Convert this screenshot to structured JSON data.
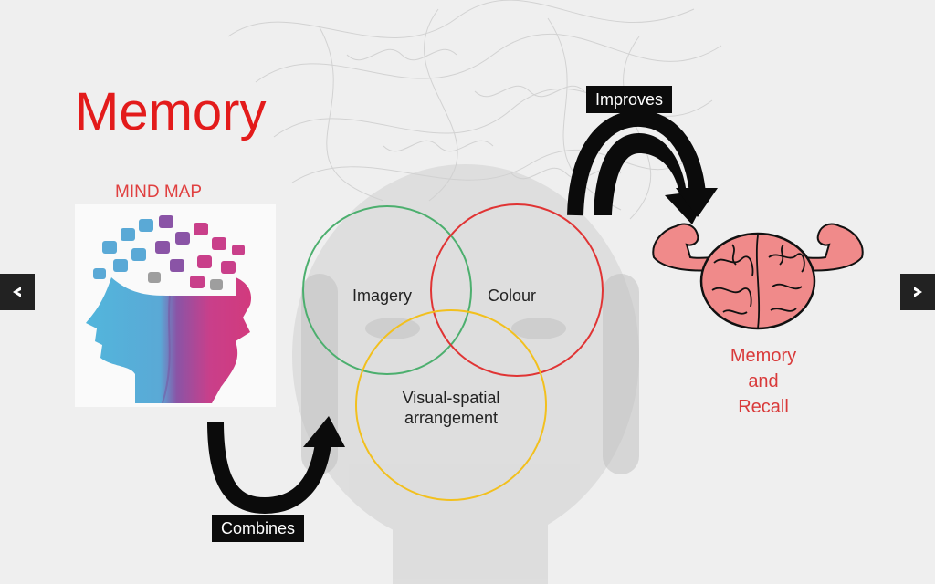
{
  "slide": {
    "title": "Memory",
    "mind_map_label": "MIND MAP",
    "venn": {
      "imagery": "Imagery",
      "colour": "Colour",
      "visual_spatial": "Visual-spatial arrangement"
    },
    "improves_label": "Improves",
    "combines_label": "Combines",
    "recall_label_line1": "Memory",
    "recall_label_line2": "and",
    "recall_label_line3": "Recall"
  },
  "colors": {
    "title_red": "#e31b1b",
    "venn_green": "#4caf6e",
    "venn_red": "#e03434",
    "venn_yellow": "#f2c01e",
    "tag_bg": "#0b0b0b"
  },
  "icons": {
    "prev": "chevron-left-icon",
    "next": "chevron-right-icon"
  }
}
